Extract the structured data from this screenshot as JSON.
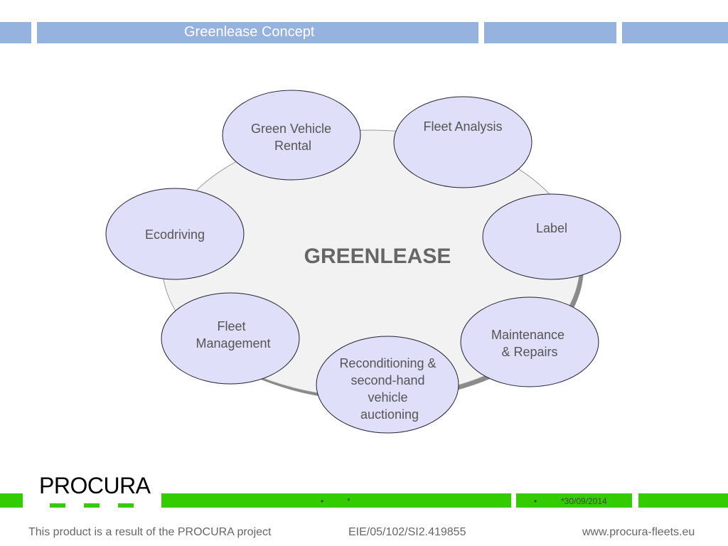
{
  "header": {
    "title": "Greenlease Concept"
  },
  "diagram": {
    "center": "GREENLEASE",
    "nodes": [
      {
        "lines": [
          "Green Vehicle",
          "Rental"
        ]
      },
      {
        "lines": [
          "Fleet Analysis"
        ]
      },
      {
        "lines": [
          "Label"
        ]
      },
      {
        "lines": [
          "Maintenance",
          "& Repairs"
        ]
      },
      {
        "lines": [
          "Reconditioning &",
          "second-hand",
          "vehicle",
          "auctioning"
        ]
      },
      {
        "lines": [
          "Fleet",
          "Management"
        ]
      },
      {
        "lines": [
          "Ecodriving"
        ]
      }
    ]
  },
  "footer": {
    "logo": "PROCURA",
    "bullet_symbol": "•",
    "bullet1_text": "*",
    "bullet2_text": "*30/09/2014",
    "left_text": "This product is a result of the PROCURA project",
    "mid_text": "EIE/05/102/SI2.419855",
    "right_text": "www.procura-fleets.eu"
  },
  "colors": {
    "header_bar": "#95b3de",
    "green_bar": "#33cc00",
    "node_fill": "#dfdff9",
    "center_fill": "#f2f2f2"
  }
}
